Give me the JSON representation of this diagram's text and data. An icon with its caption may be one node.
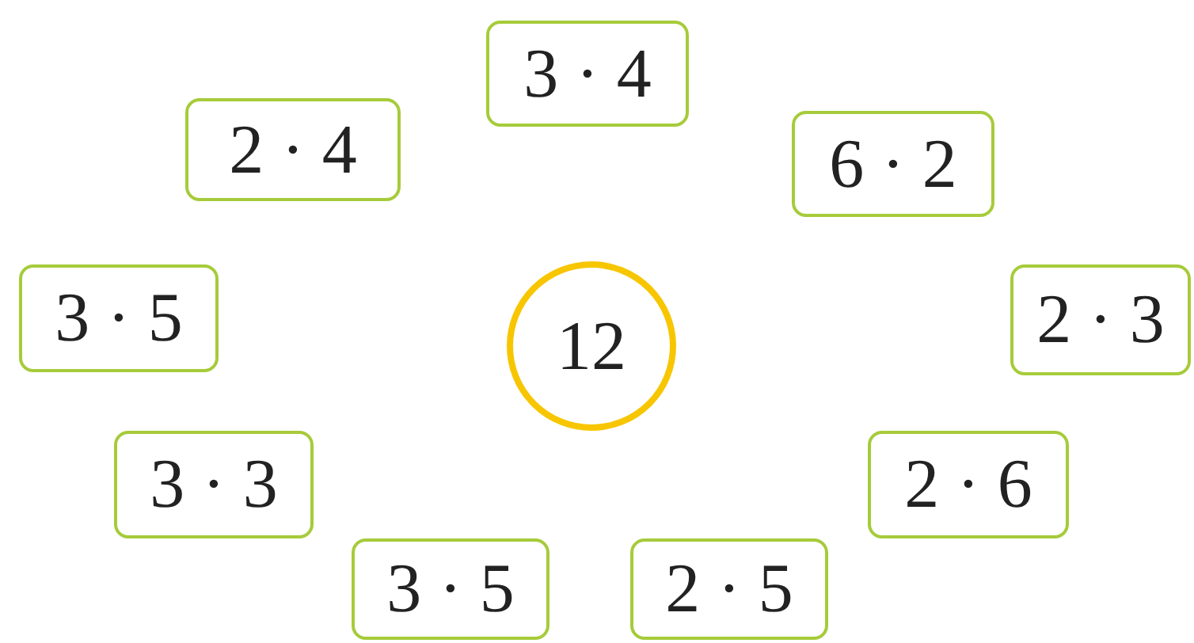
{
  "diagram": {
    "nodes": [
      {
        "text": [
          "3 · 4"
        ]
      },
      {
        "text": [
          "2 · 4"
        ]
      },
      {
        "text": [
          "6 · 2"
        ]
      },
      {
        "text": [
          "3 · 5"
        ]
      },
      {
        "text": [
          "12"
        ]
      },
      {
        "text": [
          "2 · 3"
        ]
      },
      {
        "text": [
          "3 · 3"
        ]
      },
      {
        "text": [
          "2 · 6"
        ]
      },
      {
        "text": [
          "3 · 5"
        ]
      },
      {
        "text": [
          "2 · 5"
        ]
      }
    ]
  }
}
